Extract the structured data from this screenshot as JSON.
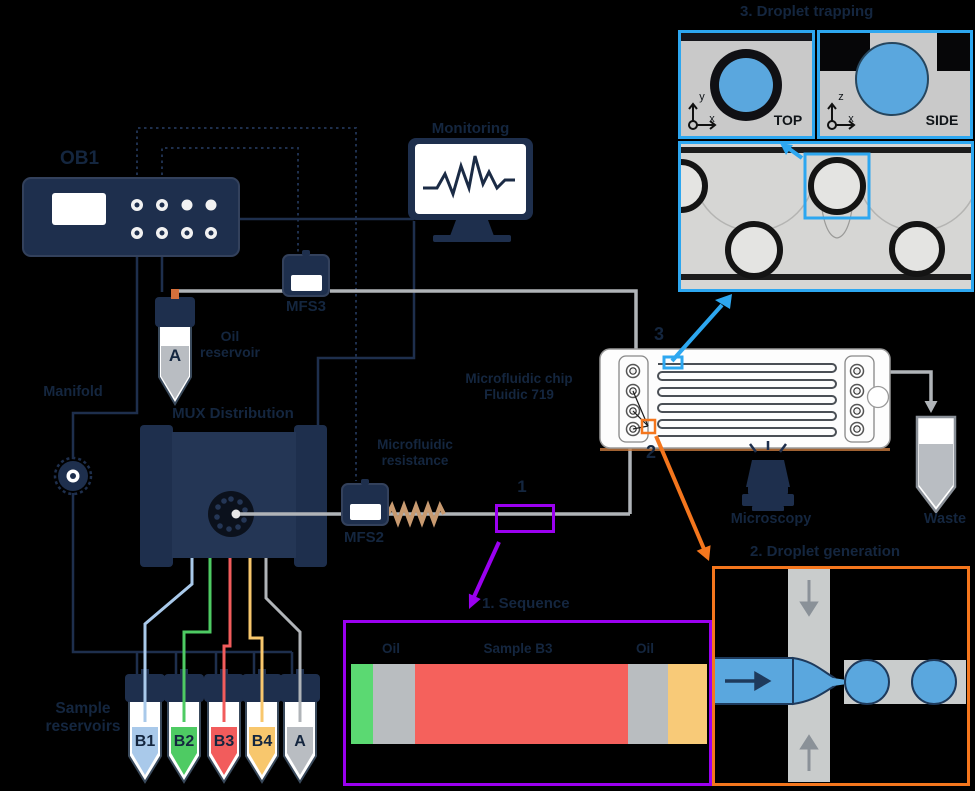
{
  "colors": {
    "ink": "#14263f",
    "navy": "#1e2f4d",
    "accent_blue": "#2da7f0",
    "accent_orange": "#f4761d",
    "accent_purple": "#9b00f0",
    "droplet_blue": "#5aa7de",
    "line_gray": "#b0b4b8",
    "coil_tan": "#c89a70",
    "seg_green": "#5bd972",
    "seg_gray": "#b9bdc0",
    "seg_red": "#f5615c",
    "seg_yellow": "#f8ca78",
    "tube_b1": "#a9c9ea",
    "tube_b2": "#4ecb63",
    "tube_b3": "#f25c5c",
    "tube_b4": "#f8c76d",
    "tube_gray": "#b9bdc2"
  },
  "ob1": {
    "label": "OB1"
  },
  "monitor": {
    "label": "Monitoring"
  },
  "sensors": {
    "mfs3": "MFS3",
    "mfs2": "MFS2"
  },
  "oil_reservoir": {
    "label": "Oil\nreservoir",
    "tube": "A"
  },
  "manifold": {
    "label": "Manifold"
  },
  "mux": {
    "label": "MUX Distribution"
  },
  "resistance": {
    "label": "Microfluidic\nresistance"
  },
  "chip": {
    "label": "Microfluidic chip\nFluidic 719",
    "marker_trapping": "3",
    "marker_generation": "2"
  },
  "tubing": {
    "marker": "1"
  },
  "sequence": {
    "title": "1. Sequence",
    "labels": [
      "Oil",
      "Sample B3",
      "Oil"
    ]
  },
  "generation": {
    "title": "2. Droplet generation"
  },
  "trapping": {
    "title": "3. Droplet trapping",
    "top_label": "TOP",
    "side_label": "SIDE",
    "axes_top": [
      "y",
      "x"
    ],
    "axes_side": [
      "z",
      "x"
    ]
  },
  "microscopy": {
    "label": "Microscopy"
  },
  "waste": {
    "label": "Waste"
  },
  "samples": {
    "label": "Sample\nreservoirs",
    "tubes": [
      "B1",
      "B2",
      "B3",
      "B4",
      "A"
    ]
  }
}
